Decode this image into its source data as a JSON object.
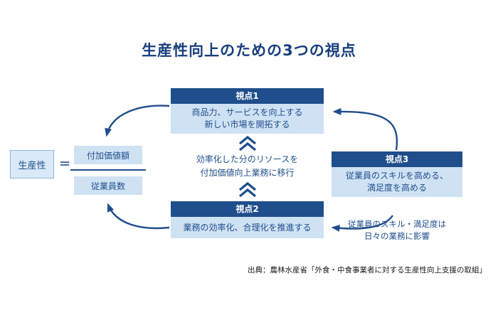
{
  "title": "生産性向上のための3つの視点",
  "formula": {
    "productivity": "生産性",
    "equals": "＝",
    "numerator": "付加価値額",
    "denominator": "従業員数"
  },
  "boxes": {
    "viewpoint1": {
      "header": "視点1",
      "lines": [
        "商品力、サービスを向上する",
        "新しい市場を開拓する"
      ]
    },
    "viewpoint2": {
      "header": "視点2",
      "lines": [
        "業務の効率化、合理化を推進する"
      ]
    },
    "viewpoint3": {
      "header": "視点3",
      "lines": [
        "従業員のスキルを高める、",
        "満足度を高める"
      ]
    }
  },
  "center_note": {
    "lines": [
      "効率化した分のリソースを",
      "付加価値向上業務に移行"
    ]
  },
  "side_note": {
    "lines": [
      "従業員のスキル・満足度は",
      "日々の業務に影響"
    ]
  },
  "source": "出典：農林水産省「外食・中食事業者に対する生産性向上支援の取組」",
  "icons": {
    "chevron_top": "double-chevron-up",
    "chevron_bottom": "double-chevron-up",
    "arrows": [
      "curved-arrow-left-top",
      "curved-arrow-from-viewpoint3",
      "curved-arrow-left-bottom",
      "curved-arrow-to-viewpoint2"
    ]
  },
  "colors": {
    "navy": "#1f4e8c",
    "title_navy": "#173f7c",
    "light_blue": "#cfe2f4",
    "header_text": "#ffffff",
    "background": "#ffffff"
  }
}
